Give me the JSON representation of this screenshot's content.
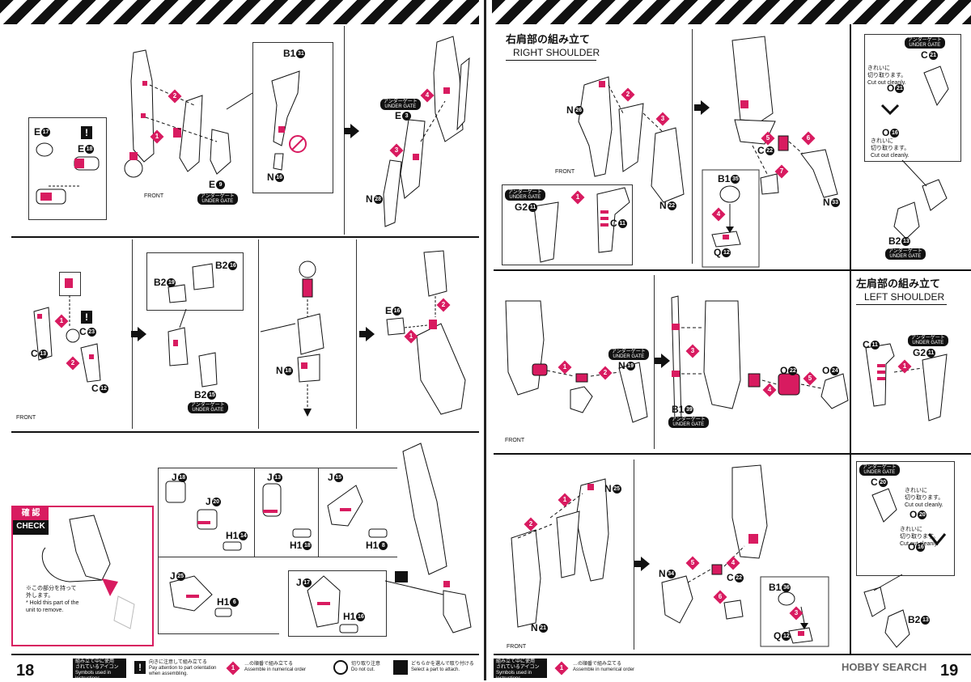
{
  "pages": {
    "left_number": "18",
    "right_number": "19"
  },
  "right_shoulder": {
    "jp": "右肩部の組み立て",
    "en": "RIGHT SHOULDER"
  },
  "left_shoulder": {
    "jp": "左肩部の組み立て",
    "en": "LEFT SHOULDER"
  },
  "gate_label": {
    "jp": "アンダーゲート",
    "en": "UNDER GATE"
  },
  "cut_note": {
    "jp1": "きれいに",
    "jp2": "切り取ります。",
    "en": "Cut out cleanly."
  },
  "check": {
    "jp": "確 認",
    "en": "CHECK",
    "note_jp1": "※この部分を持って",
    "note_jp2": "外します。",
    "note_en1": "* Hold this part of the",
    "note_en2": "unit to remove."
  },
  "front_label": "FRONT",
  "labels": {
    "e17": "E",
    "e17n": "17",
    "e18": "E",
    "e18n": "18",
    "e9": "E",
    "e9n": "9",
    "b1_31": "B1",
    "b1_31n": "31",
    "n16": "N",
    "n16n": "16",
    "e3": "E",
    "e3n": "3",
    "n28": "N",
    "n28n": "28",
    "c23": "C",
    "c23n": "23",
    "c13": "C",
    "c13n": "13",
    "c12": "C",
    "c12n": "12",
    "b2_16": "B2",
    "b2_16n": "16",
    "b2_19": "B2",
    "b2_19n": "19",
    "b2_15": "B2",
    "b2_15n": "15",
    "n18": "N",
    "n18n": "18",
    "e16": "E",
    "e16n": "16",
    "j18": "J",
    "j18n": "18",
    "j20": "J",
    "j20n": "20",
    "h1_14": "H1",
    "h1_14n": "14",
    "j13": "J",
    "j13n": "13",
    "h1_18": "H1",
    "h1_18n": "18",
    "j15": "J",
    "j15n": "15",
    "h1_8": "H1",
    "h1_8n": "8",
    "j25": "J",
    "j25n": "25",
    "h1_6": "H1",
    "h1_6n": "6",
    "j17": "J",
    "j17n": "17",
    "h1_16": "H1",
    "h1_16n": "16",
    "n26": "N",
    "n26n": "26",
    "n22": "N",
    "n22n": "22",
    "g2_11": "G2",
    "g2_11n": "11",
    "c11": "C",
    "c11n": "11",
    "c22": "C",
    "c22n": "22",
    "n33": "N",
    "n33n": "33",
    "b1_35": "B1",
    "b1_35n": "35",
    "q12": "Q",
    "q12n": "12",
    "c21": "C",
    "c21n": "21",
    "o21": "O",
    "o21n": "21",
    "o16": "O",
    "o16n": "16",
    "b2_13": "B2",
    "b2_13n": "13",
    "n19": "N",
    "n19n": "19",
    "o22": "O",
    "o22n": "22",
    "o24": "O",
    "o24n": "24",
    "b1_39": "B1",
    "b1_39n": "39",
    "c11b": "C",
    "c11bn": "11",
    "g2_11b": "G2",
    "g2_11bn": "11",
    "n25": "N",
    "n25n": "25",
    "n21": "N",
    "n21n": "21",
    "n34": "N",
    "n34n": "34",
    "c22b": "C",
    "c22bn": "22",
    "b1_36": "B1",
    "b1_36n": "36",
    "q12b": "Q",
    "q12bn": "12",
    "c20": "C",
    "c20n": "20",
    "o20": "O",
    "o20n": "20",
    "o16b": "O",
    "o16bn": "16",
    "b2_13b": "B2",
    "b2_13bn": "13"
  },
  "footer": {
    "icons_jp1": "組み立て中に使用",
    "icons_jp2": "されているアイコン",
    "icons_en": "Symbols used in instructions",
    "attention_jp": "向きに注意して組み立てる",
    "attention_en1": "Pay attention to part orientation",
    "attention_en2": "when assembling.",
    "order_jp": "…の順番で組み立てる",
    "order_en": "Assemble in numerical order",
    "cut_jp": "切り取り注意",
    "cut_en": "Do not cut.",
    "select_jp": "どちらかを選んで取り付ける",
    "select_en": "Select a part to attach.",
    "right_icons_jp1": "組み立て中に使用",
    "right_icons_jp2": "されているアイコン",
    "right_icons_en": "Symbols used in instructions",
    "right_order_jp": "…の順番で組み立てる",
    "right_order_en": "Assemble in numerical order",
    "watermark": "HOBBY SEARCH"
  },
  "colors": {
    "accent": "#d81b60",
    "ink": "#111111"
  }
}
